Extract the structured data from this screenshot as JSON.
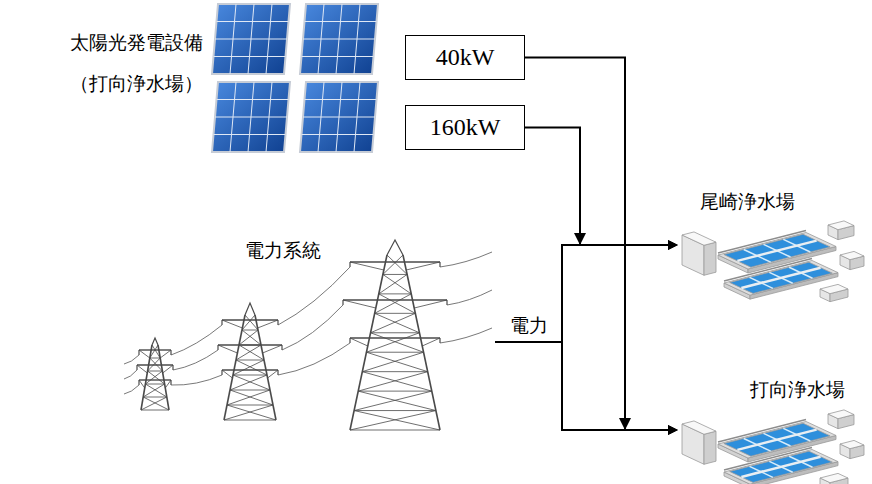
{
  "diagram": {
    "nodes": [
      {
        "text": [
          "太陽光発電設備",
          "（打向浄水場）"
        ]
      },
      {
        "text": [
          "40kW"
        ]
      },
      {
        "text": [
          "160kW"
        ]
      },
      {
        "text": [
          "尾崎浄水場"
        ]
      },
      {
        "text": [
          "電力系統"
        ]
      },
      {
        "text": [
          "打向浄水場"
        ]
      }
    ],
    "edges": [
      {
        "from": 1,
        "to": 5,
        "arrow": "to"
      },
      {
        "from": 2,
        "to": 3,
        "arrow": "to"
      },
      {
        "from": 4,
        "to": 3,
        "label": "電力",
        "arrow": "to"
      },
      {
        "from": 4,
        "to": 5,
        "arrow": "to"
      }
    ]
  }
}
